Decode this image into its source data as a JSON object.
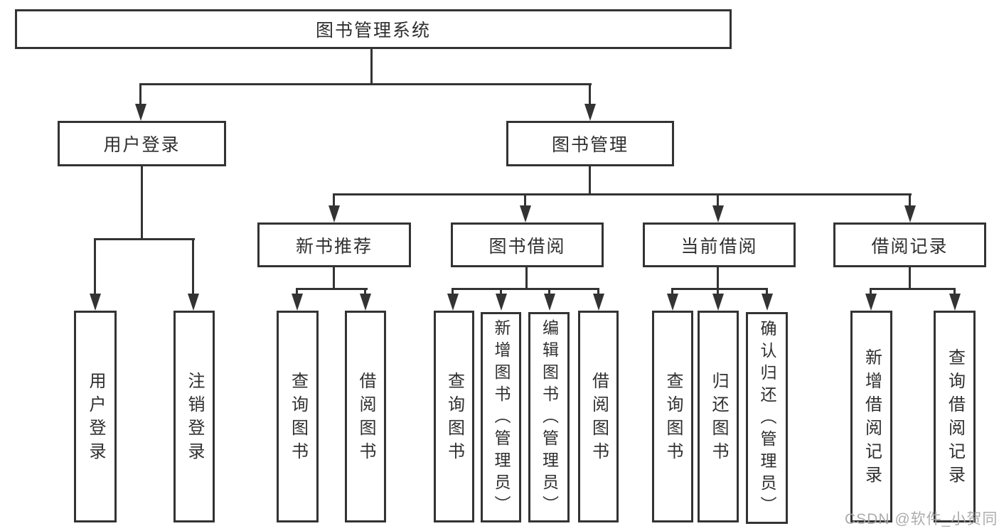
{
  "tree": {
    "label": "图书管理系统",
    "children": [
      {
        "label": "用户登录",
        "children": [
          {
            "label": "用户登录"
          },
          {
            "label": "注销登录"
          }
        ]
      },
      {
        "label": "图书管理",
        "children": [
          {
            "label": "新书推荐",
            "children": [
              {
                "label": "查询图书"
              },
              {
                "label": "借阅图书"
              }
            ]
          },
          {
            "label": "图书借阅",
            "children": [
              {
                "label": "查询图书"
              },
              {
                "label": "新增图书（管理员）"
              },
              {
                "label": "编辑图书（管理员）"
              },
              {
                "label": "借阅图书"
              }
            ]
          },
          {
            "label": "当前借阅",
            "children": [
              {
                "label": "查询图书"
              },
              {
                "label": "归还图书"
              },
              {
                "label": "确认归还（管理员）"
              }
            ]
          },
          {
            "label": "借阅记录",
            "children": [
              {
                "label": "新增借阅记录"
              },
              {
                "label": "查询借阅记录"
              }
            ]
          }
        ]
      }
    ]
  },
  "watermark": {
    "text": "CSDN @软件_小贺同学",
    "color": "#a6a6a6"
  },
  "colors": {
    "line": "#333333",
    "text": "#2f2f2f",
    "background": "#ffffff"
  }
}
